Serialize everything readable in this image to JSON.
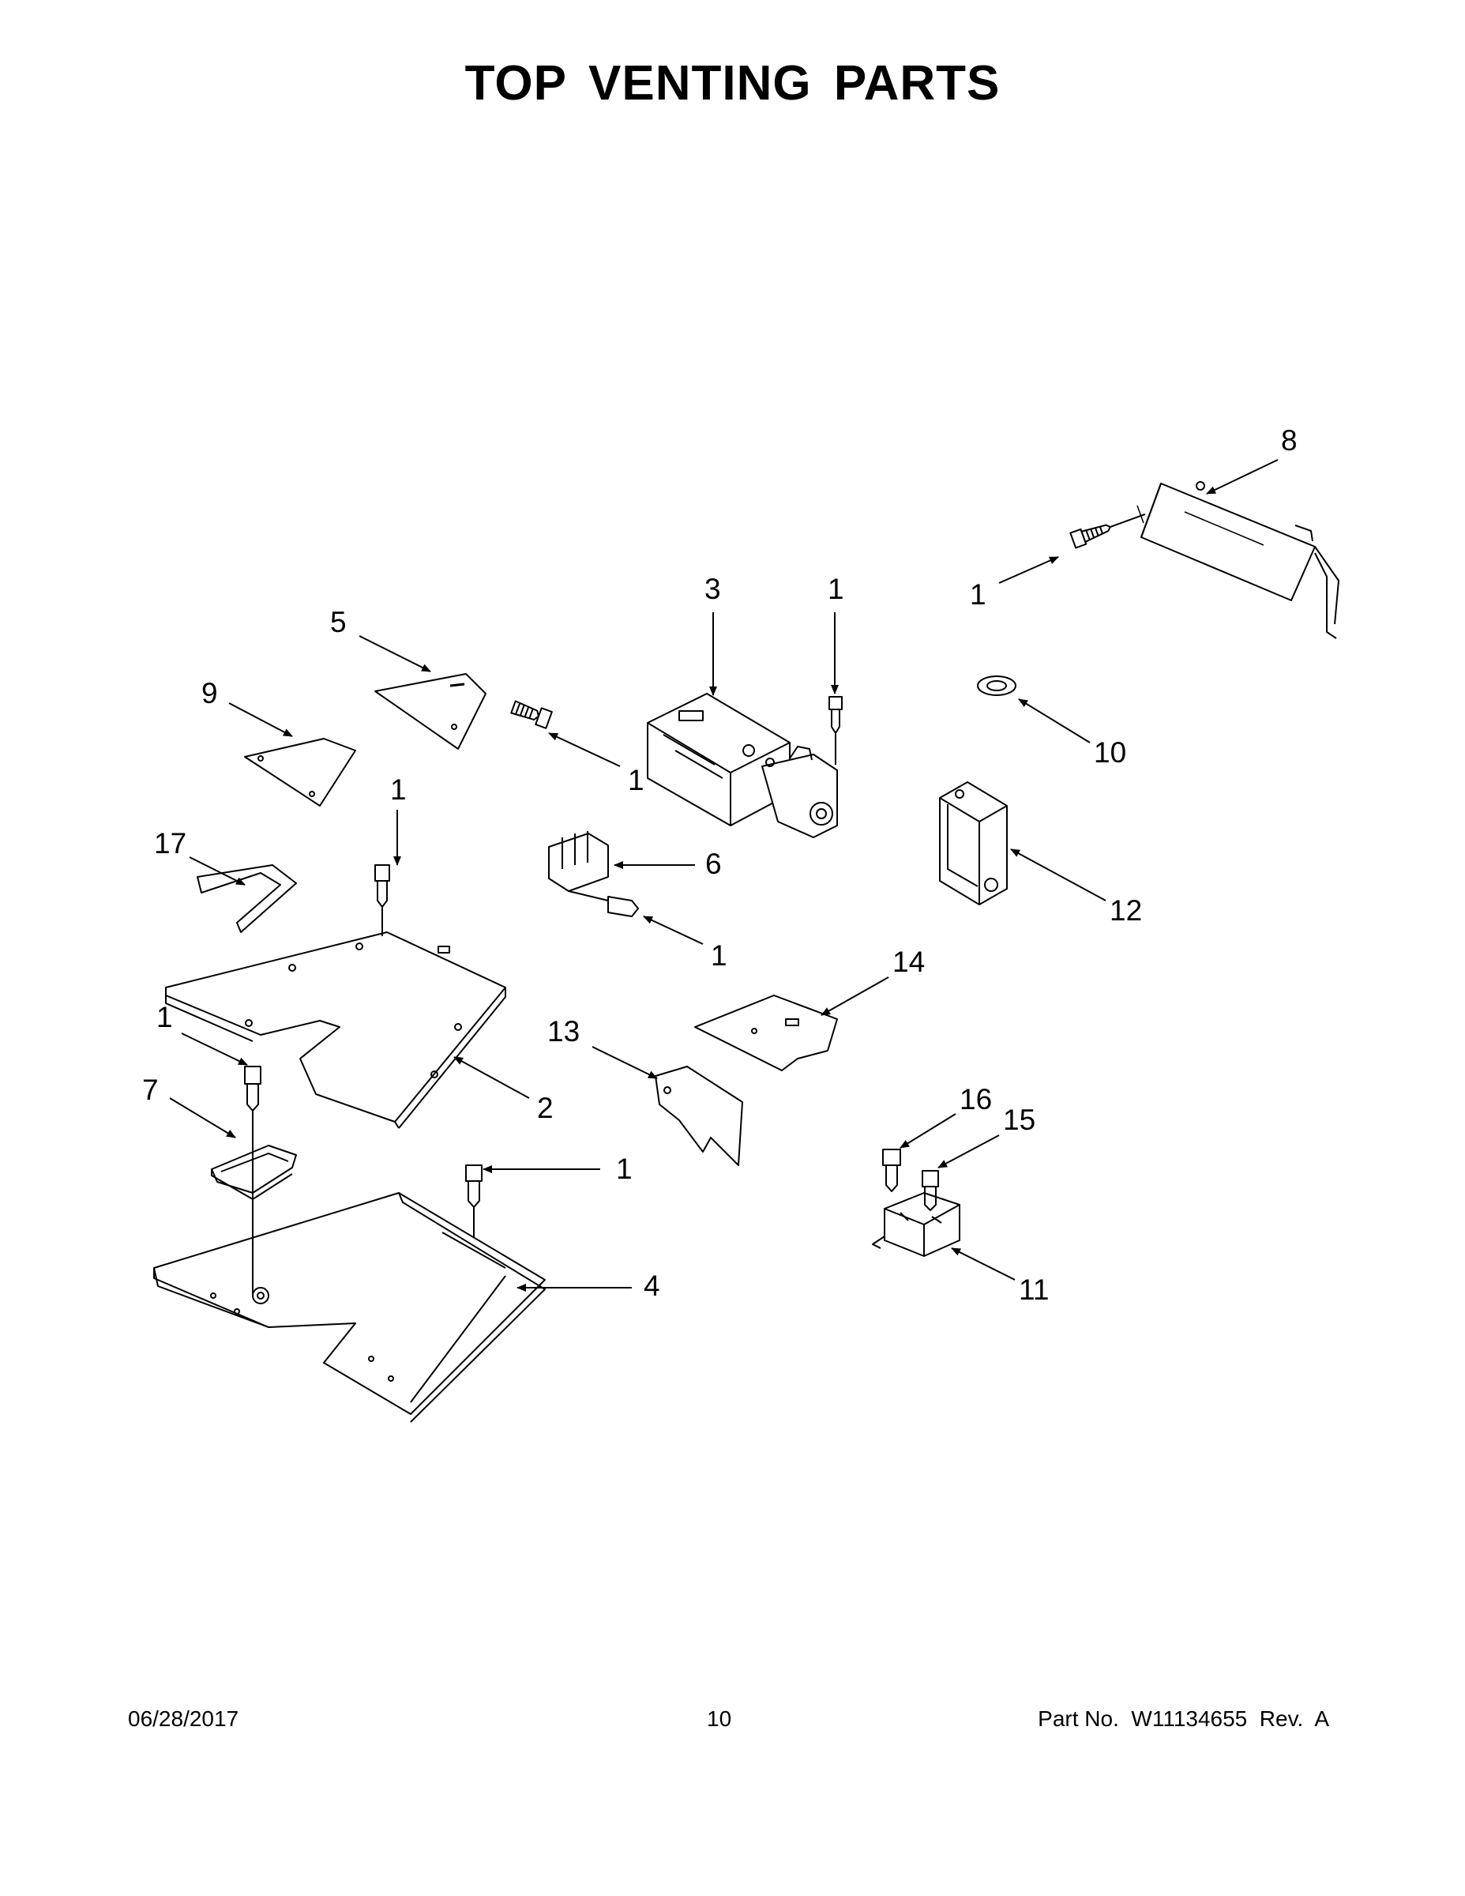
{
  "title": "TOP VENTING PARTS",
  "callouts": [
    {
      "id": "c8",
      "label": "8"
    },
    {
      "id": "c1-right-screw",
      "label": "1"
    },
    {
      "id": "c3",
      "label": "3"
    },
    {
      "id": "c1-top-screw",
      "label": "1"
    },
    {
      "id": "c5",
      "label": "5"
    },
    {
      "id": "c9",
      "label": "9"
    },
    {
      "id": "c1-valve-screw",
      "label": "1"
    },
    {
      "id": "c10",
      "label": "10"
    },
    {
      "id": "c1-left-screw",
      "label": "1"
    },
    {
      "id": "c17",
      "label": "17"
    },
    {
      "id": "c6",
      "label": "6"
    },
    {
      "id": "c12",
      "label": "12"
    },
    {
      "id": "c1-center-screw",
      "label": "1"
    },
    {
      "id": "c14",
      "label": "14"
    },
    {
      "id": "c1-clamp-screw",
      "label": "1"
    },
    {
      "id": "c13",
      "label": "13"
    },
    {
      "id": "c7",
      "label": "7"
    },
    {
      "id": "c2",
      "label": "2"
    },
    {
      "id": "c16",
      "label": "16"
    },
    {
      "id": "c15",
      "label": "15"
    },
    {
      "id": "c1-bottom-screw",
      "label": "1"
    },
    {
      "id": "c4",
      "label": "4"
    },
    {
      "id": "c11",
      "label": "11"
    }
  ],
  "footer": {
    "date": "06/28/2017",
    "page": "10",
    "part": "Part No.  W11134655  Rev.  A"
  }
}
